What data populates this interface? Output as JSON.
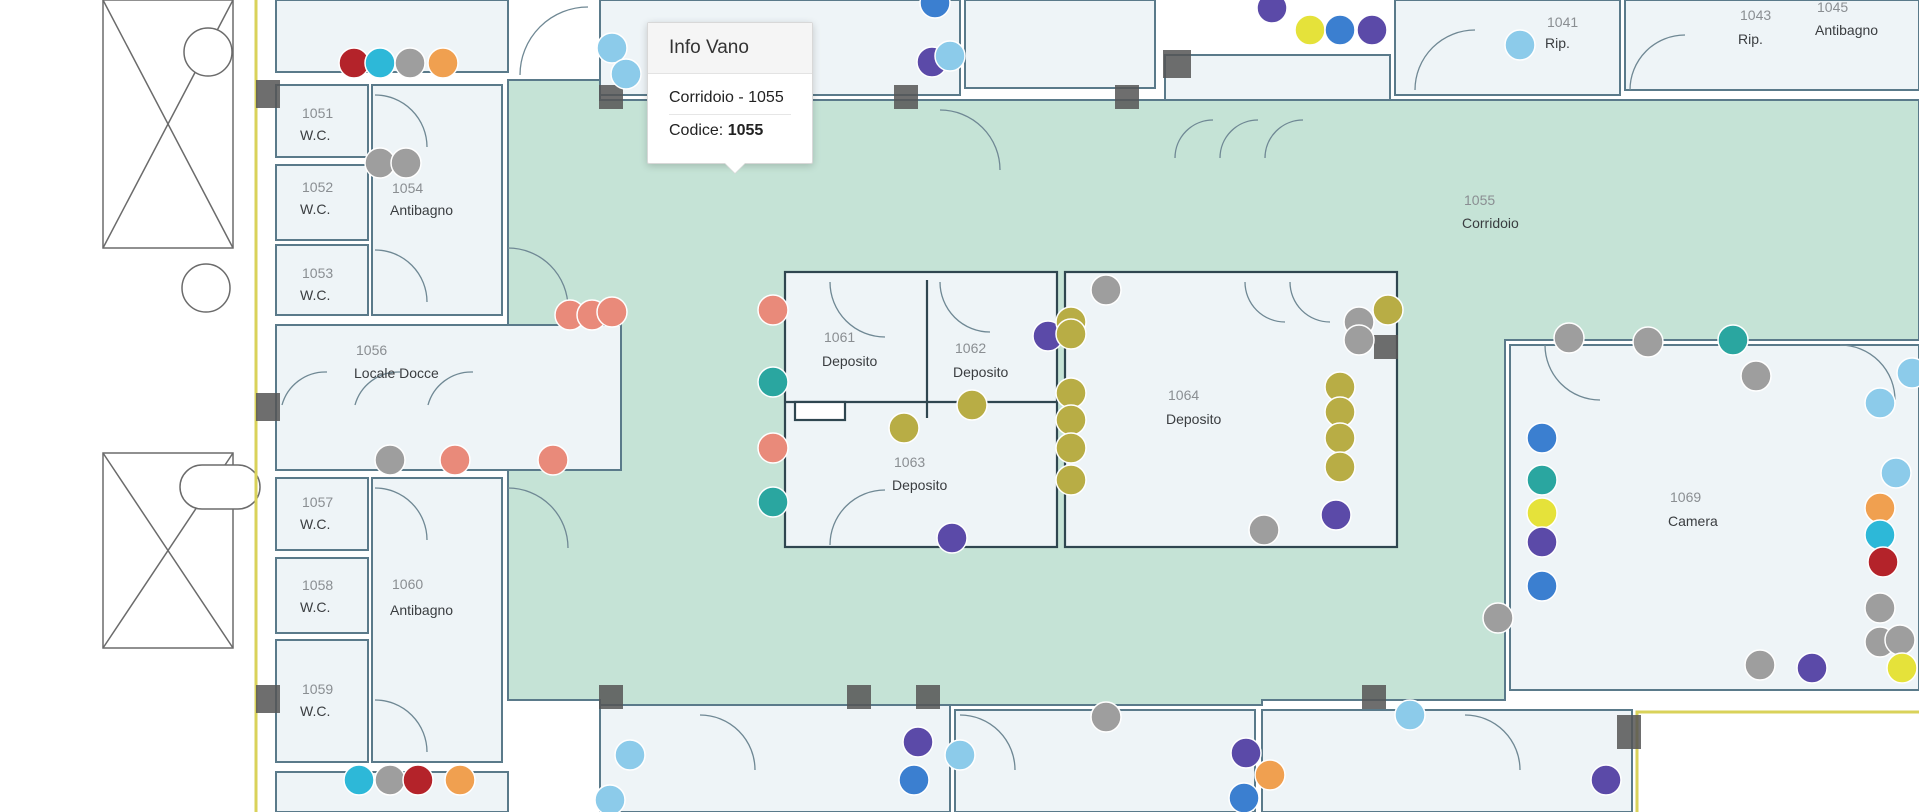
{
  "tooltip": {
    "title": "Info Vano",
    "line1": "Corridoio - 1055",
    "code_label": "Codice:",
    "code_value": "1055"
  },
  "rooms": [
    {
      "num": "1051",
      "name": "W.C."
    },
    {
      "num": "1052",
      "name": "W.C."
    },
    {
      "num": "1053",
      "name": "W.C."
    },
    {
      "num": "1054",
      "name": "Antibagno"
    },
    {
      "num": "1056",
      "name": "Locale Docce"
    },
    {
      "num": "1057",
      "name": "W.C."
    },
    {
      "num": "1058",
      "name": "W.C."
    },
    {
      "num": "1059",
      "name": "W.C."
    },
    {
      "num": "1060",
      "name": "Antibagno"
    },
    {
      "num": "1061",
      "name": "Deposito"
    },
    {
      "num": "1062",
      "name": "Deposito"
    },
    {
      "num": "1063",
      "name": "Deposito"
    },
    {
      "num": "1064",
      "name": "Deposito"
    },
    {
      "num": "1055",
      "name": "Corridoio"
    },
    {
      "num": "1069",
      "name": "Camera"
    },
    {
      "num": "1041",
      "name": "Rip."
    },
    {
      "num": "1043",
      "name": "Rip."
    },
    {
      "num": "1045",
      "name": "Antibagno"
    }
  ],
  "colors": {
    "corridor_fill": "#c5e3d6",
    "room_fill": "#eef4f7",
    "wall": "#5a7a8a",
    "wall_dark": "#2f4650",
    "marker_red": "#b4232a",
    "marker_teal": "#2aa6a0",
    "marker_cyan": "#2db8d8",
    "marker_blue": "#3b7fd0",
    "marker_lightblue": "#8ccbea",
    "marker_purple": "#5b4aa8",
    "marker_gray": "#9e9e9e",
    "marker_orange": "#f0a050",
    "marker_olive": "#b8ad45",
    "marker_yellow": "#e5e23a"
  },
  "marker_legend": {
    "red": "fire-extinguisher-icon",
    "teal": "fire-hose-reel-icon",
    "cyan": "monitor-icon",
    "blue": "bed-icon",
    "lightblue": "ceiling-lamp-icon",
    "purple": "ladder-icon",
    "gray": "chair-icon",
    "orange": "cabinet-icon",
    "olive": "shelf-icon",
    "yellow": "door-icon"
  }
}
